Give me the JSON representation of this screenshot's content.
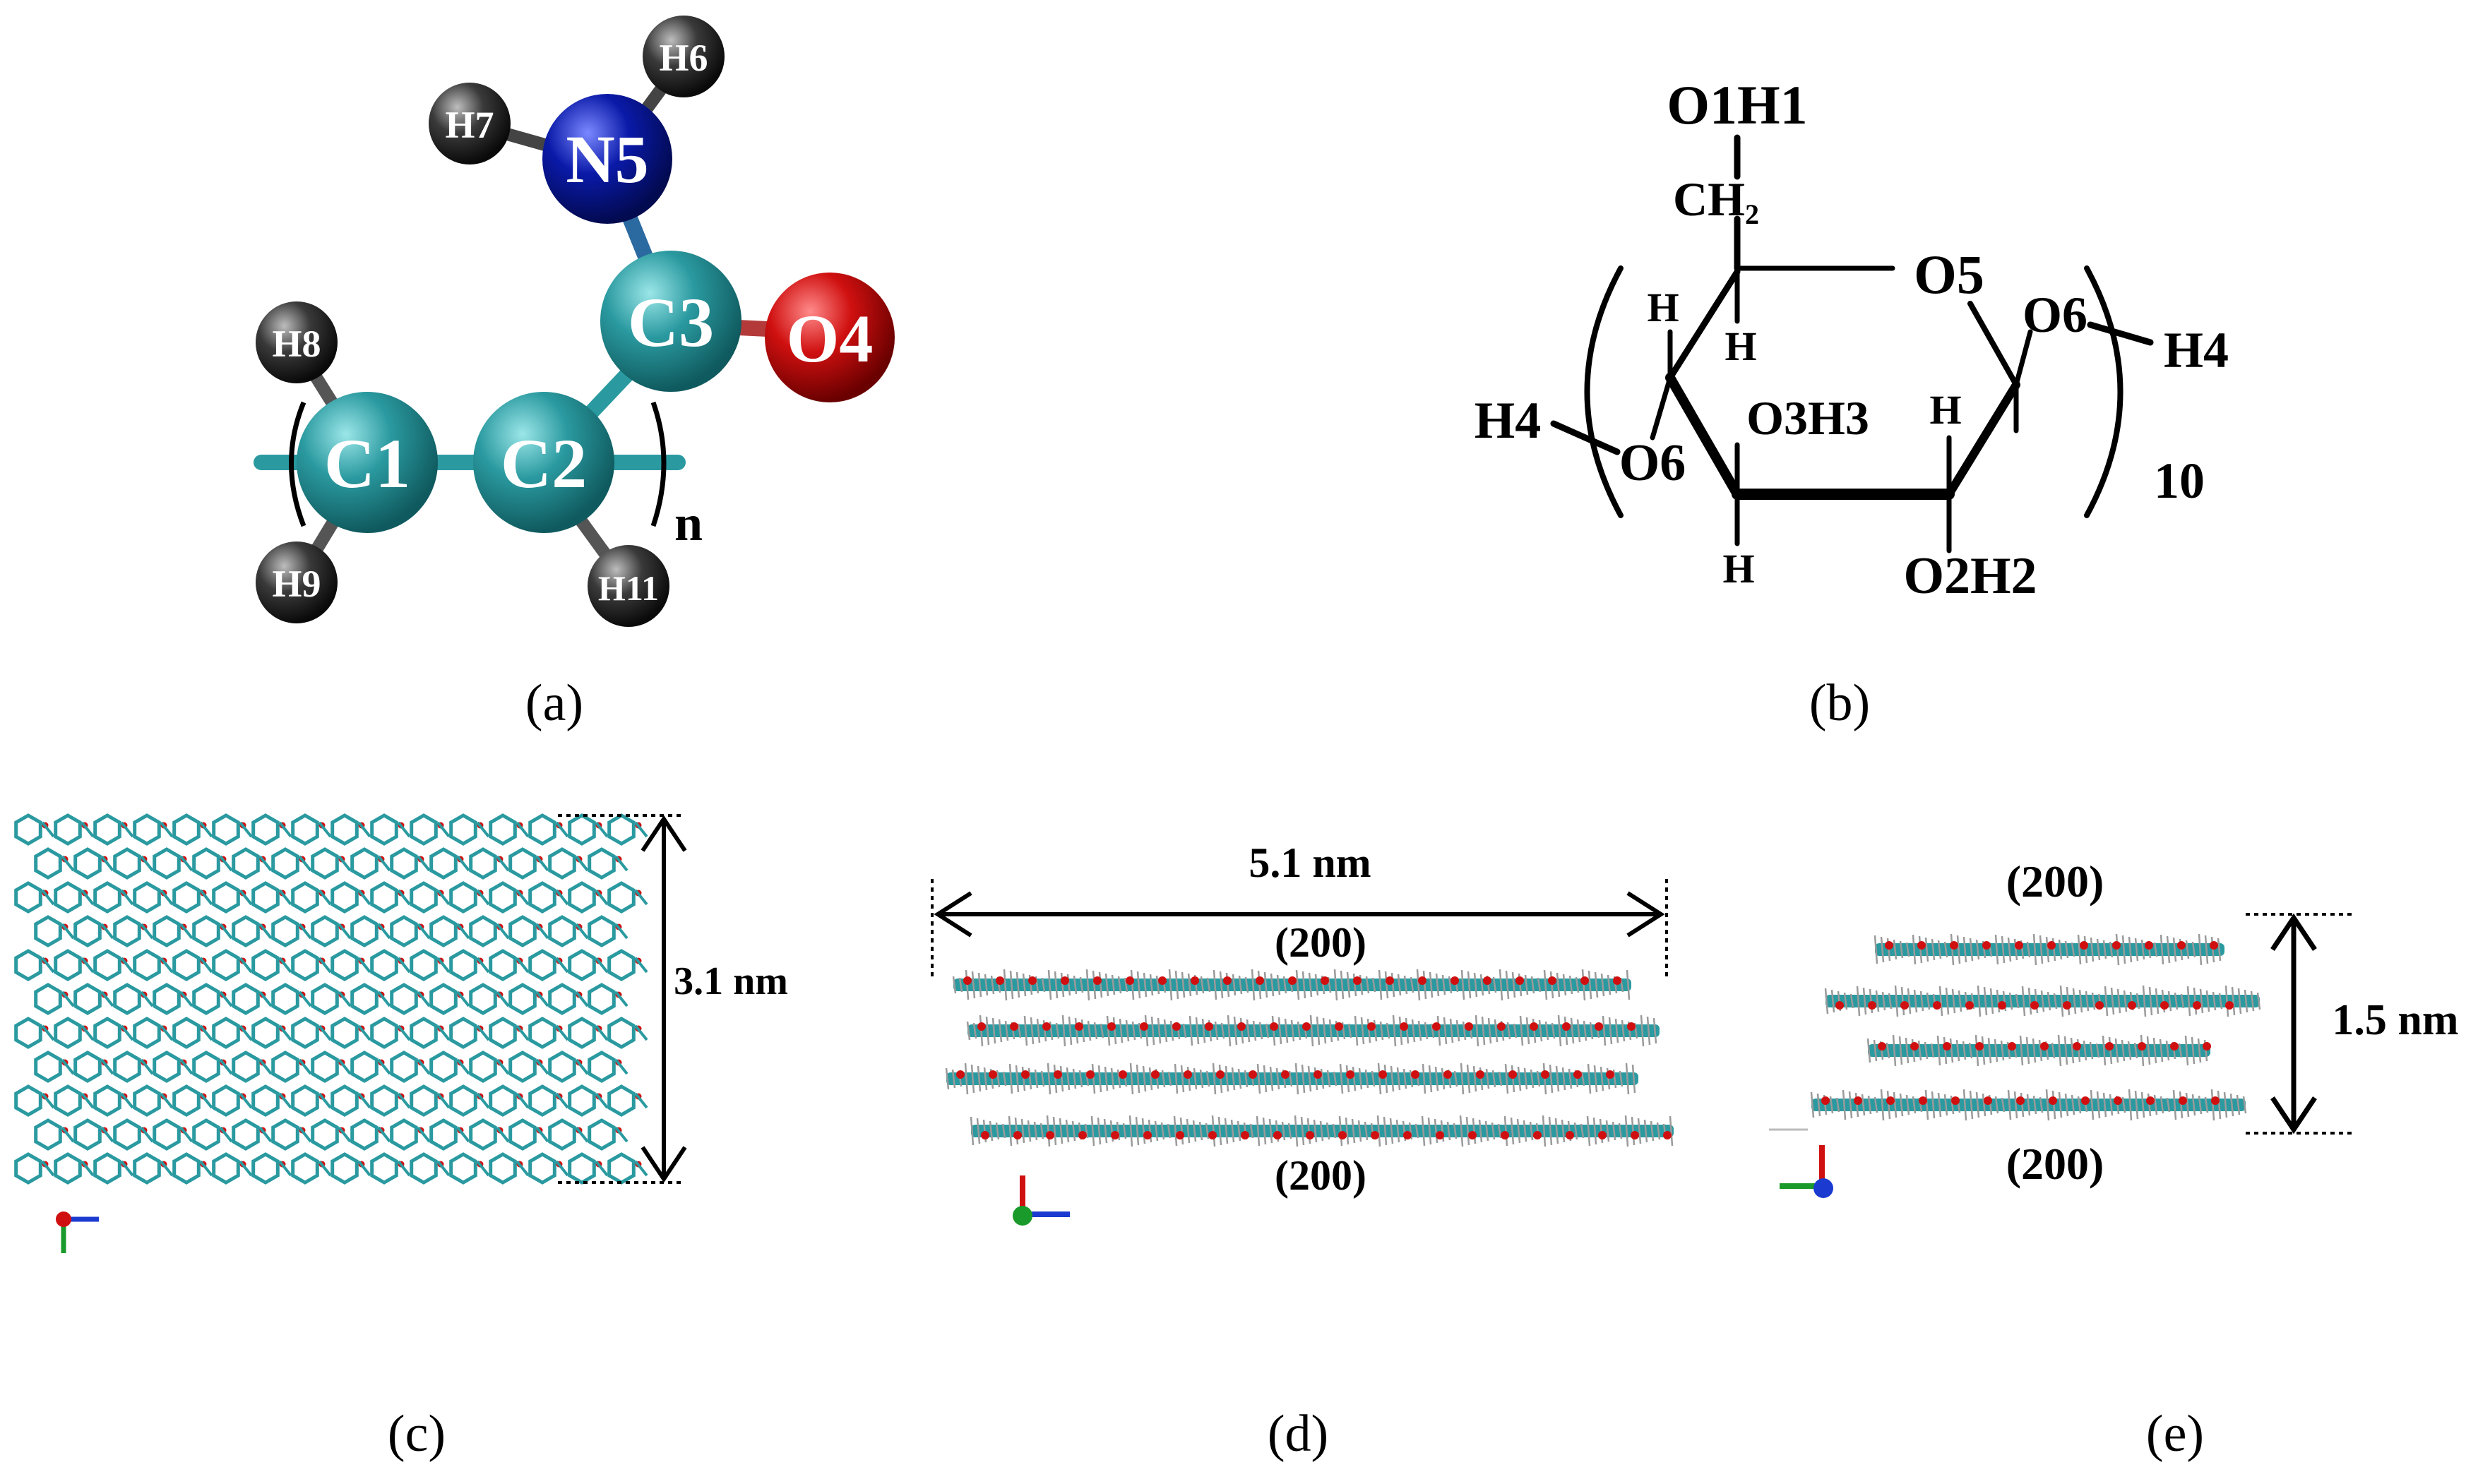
{
  "panels": {
    "a": {
      "label": "(a)"
    },
    "b": {
      "label": "(b)"
    },
    "c": {
      "label": "(c)"
    },
    "d": {
      "label": "(d)"
    },
    "e": {
      "label": "(e)"
    }
  },
  "monomer_a": {
    "atoms": {
      "C1": "C1",
      "C2": "C2",
      "C3": "C3",
      "O4": "O4",
      "N5": "N5",
      "H6": "H6",
      "H7": "H7",
      "H8": "H8",
      "H9": "H9",
      "H11": "H11"
    },
    "repeat_subscript": "n",
    "colors": {
      "carbon": "#2a9aa0",
      "oxygen": "#d01010",
      "nitrogen": "#0a1aa8",
      "hydrogen": "#3a3a3a",
      "bond": "#3aa7ab"
    }
  },
  "glucose_b": {
    "labels": {
      "O1H1": "O1H1",
      "CH2_main": "CH",
      "CH2_sub": "2",
      "O5": "O5",
      "O6_right": "O6",
      "H4_right": "H4",
      "H_left_top": "H",
      "H_inner": "H",
      "H4_left": "H4",
      "O6_left": "O6",
      "O3H3": "O3H3",
      "H_right": "H",
      "H_bottom": "H",
      "O2H2": "O2H2",
      "repeat_count": "10"
    }
  },
  "crystal_c": {
    "dimension": "3.1 nm"
  },
  "crystal_d": {
    "dimension": "5.1 nm",
    "plane_top": "(200)",
    "plane_bottom": "(200)"
  },
  "crystal_e": {
    "dimension": "1.5 nm",
    "plane_top": "(200)",
    "plane_bottom": "(200)"
  }
}
